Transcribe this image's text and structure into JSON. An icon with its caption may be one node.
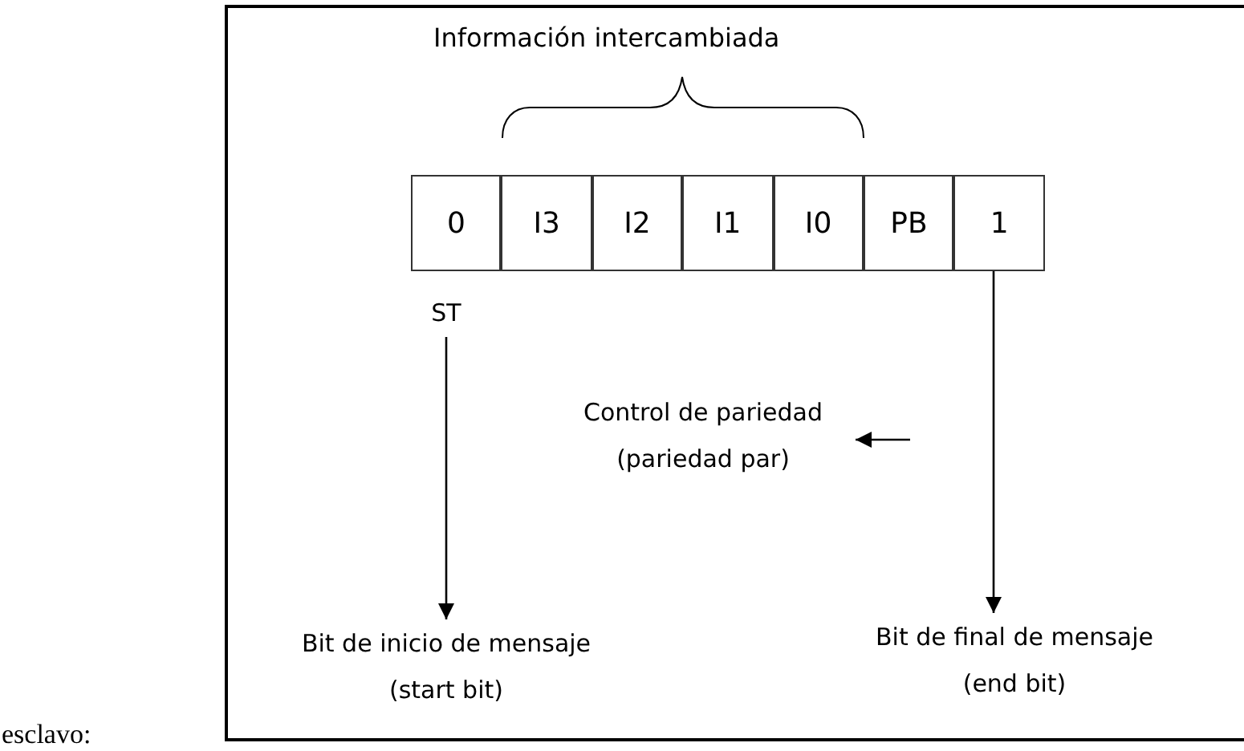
{
  "diagram": {
    "nodes": [
      {
        "text": [
          "0"
        ]
      },
      {
        "text": [
          "I3"
        ]
      },
      {
        "text": [
          "I2"
        ]
      },
      {
        "text": [
          "I1"
        ]
      },
      {
        "text": [
          "I0"
        ]
      },
      {
        "text": [
          "PB"
        ]
      },
      {
        "text": [
          "1"
        ]
      },
      {
        "text": [
          "ST"
        ]
      },
      {
        "text": [
          "Control de pariedad",
          "(pariedad par)"
        ]
      },
      {
        "text": [
          "Bit de inicio de mensaje",
          "(start bit)"
        ]
      },
      {
        "text": [
          "Bit de final de mensaje",
          "(end bit)"
        ]
      }
    ],
    "edges": [
      {
        "from": 7,
        "to": 9,
        "arrow": "to"
      },
      {
        "from": 6,
        "to": 10,
        "arrow": "to"
      },
      {
        "from": null,
        "to": 8,
        "arrow": "to"
      }
    ],
    "labels": [
      "Información intercambiada",
      "esclavo:"
    ]
  }
}
